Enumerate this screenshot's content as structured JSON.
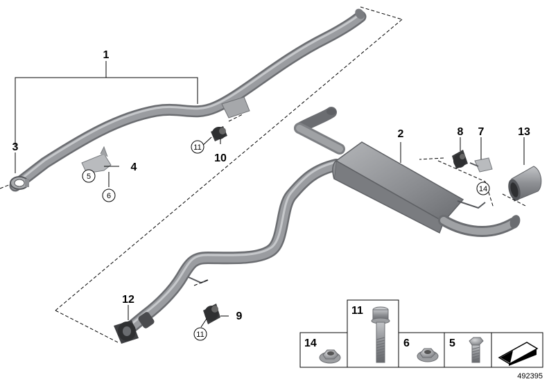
{
  "callouts": {
    "c1": "1",
    "c2": "2",
    "c3": "3",
    "c4": "4",
    "c5": "5",
    "c6": "6",
    "c7": "7",
    "c8": "8",
    "c9": "9",
    "c10": "10",
    "c11a": "11",
    "c11b": "11",
    "c12": "12",
    "c13": "13",
    "c14": "14"
  },
  "legend": {
    "box14": "14",
    "box11": "11",
    "box6": "6",
    "box5": "5"
  },
  "reference_number": "492395",
  "colors": {
    "pipe": "#8d8f93",
    "pipe_dark": "#6f7175",
    "pipe_light": "#b7b9bc",
    "line": "#000000"
  }
}
